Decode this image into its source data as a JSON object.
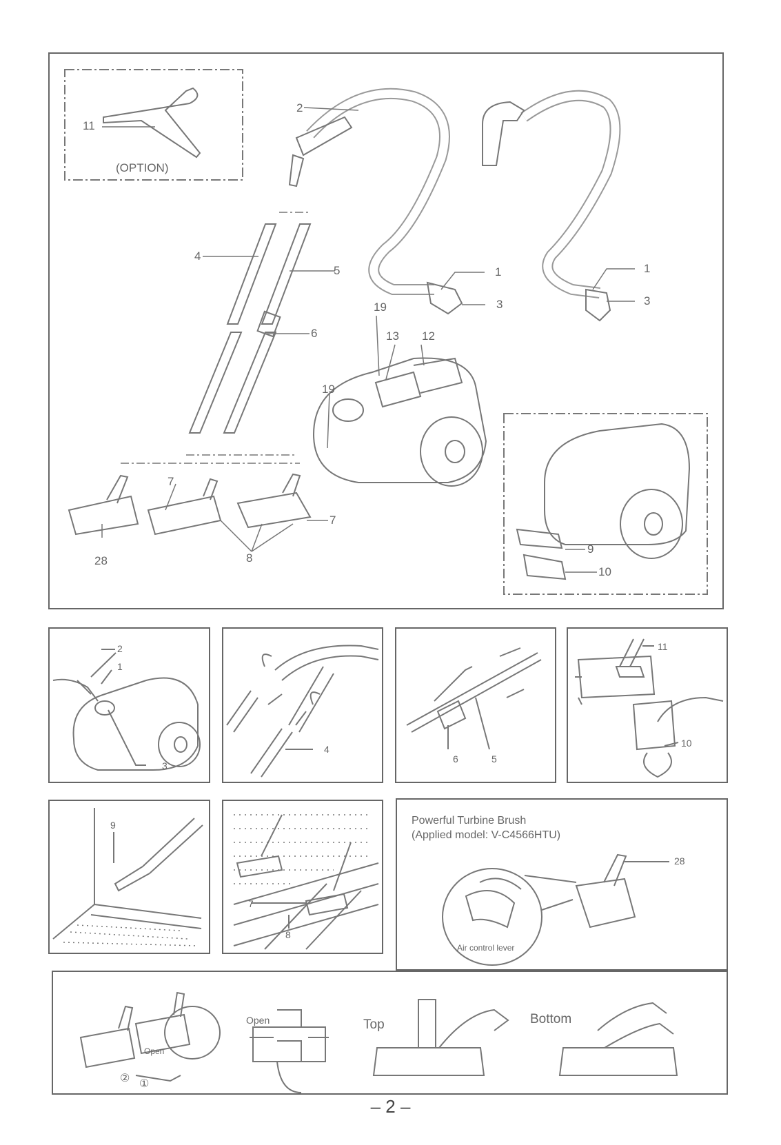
{
  "main_diagram": {
    "option_label": "(OPTION)",
    "labels": {
      "n11": "11",
      "n2": "2",
      "n4": "4",
      "n5": "5",
      "n6": "6",
      "n1a": "1",
      "n3a": "3",
      "n1b": "1",
      "n3b": "3",
      "n19a": "19",
      "n13": "13",
      "n12": "12",
      "n19b": "19",
      "n7a": "7",
      "n7b": "7",
      "n28": "28",
      "n8": "8",
      "n9": "9",
      "n10": "10"
    }
  },
  "step_panels": {
    "p1": {
      "n2": "2",
      "n1": "1",
      "n3": "3"
    },
    "p2": {
      "n4": "4"
    },
    "p3": {
      "n6": "6",
      "n5": "5"
    },
    "p4": {
      "n11": "11",
      "n10": "10"
    },
    "p5": {
      "n9": "9"
    },
    "p6": {
      "n7": "7",
      "n8": "8"
    }
  },
  "turbine_panel": {
    "title": "Powerful Turbine Brush",
    "subtitle": "(Applied model: V-C4566HTU)",
    "n28": "28",
    "air_control": "Air control lever"
  },
  "cleaning_panel": {
    "open1": "Open",
    "open2": "Open",
    "circle2": "②",
    "circle1": "①",
    "top": "Top",
    "bottom": "Bottom"
  },
  "page_number": "– 2 –"
}
